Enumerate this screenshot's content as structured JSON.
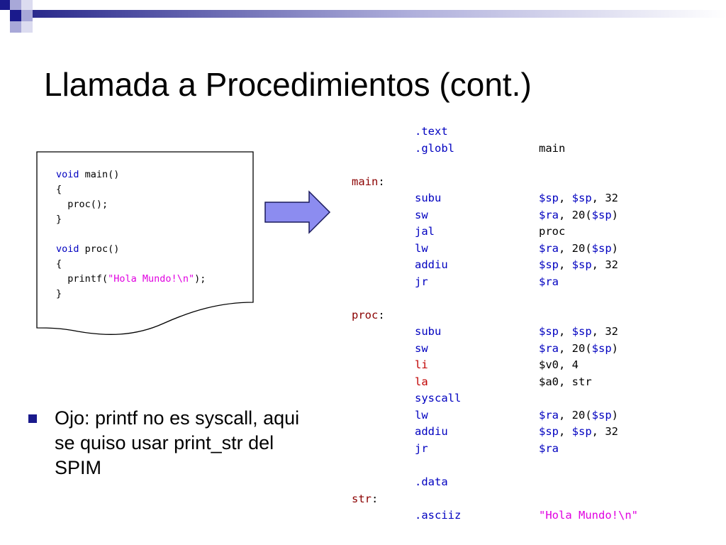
{
  "slide": {
    "title": "Llamada a Procedimientos (cont.)",
    "bullet": "Ojo: printf no es syscall, aqui se quiso usar print_str del SPIM"
  },
  "c_code": {
    "line1_kw": "void",
    "line1_rest": " main()",
    "line2": "{",
    "line3": "  proc();",
    "line4": "}",
    "line6_kw": "void",
    "line6_rest": " proc()",
    "line7": "{",
    "line8_pre": "  printf(",
    "line8_str": "\"Hola Mundo!\\n\"",
    "line8_post": ");",
    "line9": "}"
  },
  "asm": {
    "l1_dir": ".text",
    "l2_dir": ".globl",
    "l2_arg": "main",
    "main_label": "main",
    "m1_ins": "subu",
    "m1_a": "$sp",
    "m1_b": ", ",
    "m1_c": "$sp",
    "m1_d": ", 32",
    "m2_ins": "sw",
    "m2_a": "$ra",
    "m2_b": ", 20(",
    "m2_c": "$sp",
    "m2_d": ")",
    "m3_ins": "jal",
    "m3_arg": "proc",
    "m4_ins": "lw",
    "m4_a": "$ra",
    "m4_b": ", 20(",
    "m4_c": "$sp",
    "m4_d": ")",
    "m5_ins": "addiu",
    "m5_a": "$sp",
    "m5_b": ", ",
    "m5_c": "$sp",
    "m5_d": ", 32",
    "m6_ins": "jr",
    "m6_a": "$ra",
    "proc_label": "proc",
    "p1_ins": "subu",
    "p1_a": "$sp",
    "p1_b": ", ",
    "p1_c": "$sp",
    "p1_d": ", 32",
    "p2_ins": "sw",
    "p2_a": "$ra",
    "p2_b": ", 20(",
    "p2_c": "$sp",
    "p2_d": ")",
    "p3_ins": "li",
    "p3_a": "$v0",
    "p3_b": ", 4",
    "p4_ins": "la",
    "p4_a": "$a0",
    "p4_b": ", str",
    "p5_ins": "syscall",
    "p6_ins": "lw",
    "p6_a": "$ra",
    "p6_b": ", 20(",
    "p6_c": "$sp",
    "p6_d": ")",
    "p7_ins": "addiu",
    "p7_a": "$sp",
    "p7_b": ", ",
    "p7_c": "$sp",
    "p7_d": ", 32",
    "p8_ins": "jr",
    "p8_a": "$ra",
    "data_dir": ".data",
    "str_label": "str",
    "asciiz_dir": ".asciiz",
    "asciiz_val": "\"Hola Mundo!\\n\""
  },
  "colors": {
    "accent_dark": "#1a1a8c",
    "accent_light": "#a8a8d8",
    "arrow_fill": "#8c8cf0",
    "keyword": "#0000c0",
    "string": "#e000e0",
    "label": "#8b0000"
  }
}
